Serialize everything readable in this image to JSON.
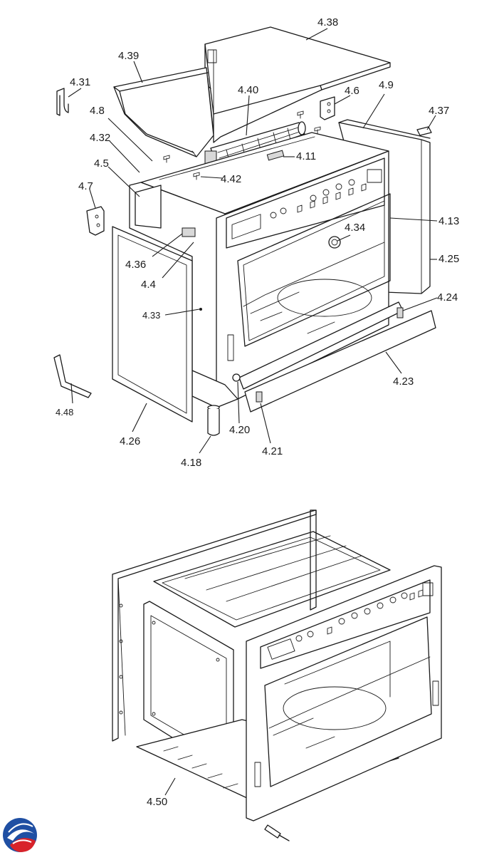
{
  "labels": {
    "p4_38": "4.38",
    "p4_39": "4.39",
    "p4_31": "4.31",
    "p4_40": "4.40",
    "p4_6": "4.6",
    "p4_9": "4.9",
    "p4_8": "4.8",
    "p4_37": "4.37",
    "p4_32": "4.32",
    "p4_5": "4.5",
    "p4_11": "4.11",
    "p4_42": "4.42",
    "p4_7": "4.7",
    "p4_13": "4.13",
    "p4_34": "4.34",
    "p4_36": "4.36",
    "p4_25": "4.25",
    "p4_4": "4.4",
    "p4_24": "4.24",
    "p4_33": "4.33",
    "p4_23": "4.23",
    "p4_48": "4.48",
    "p4_20": "4.20",
    "p4_26": "4.26",
    "p4_21": "4.21",
    "p4_18": "4.18",
    "p4_50": "4.50"
  },
  "logo": {
    "name": "brand-logo",
    "colors": [
      "#1f4fa3",
      "#d8232a"
    ]
  }
}
